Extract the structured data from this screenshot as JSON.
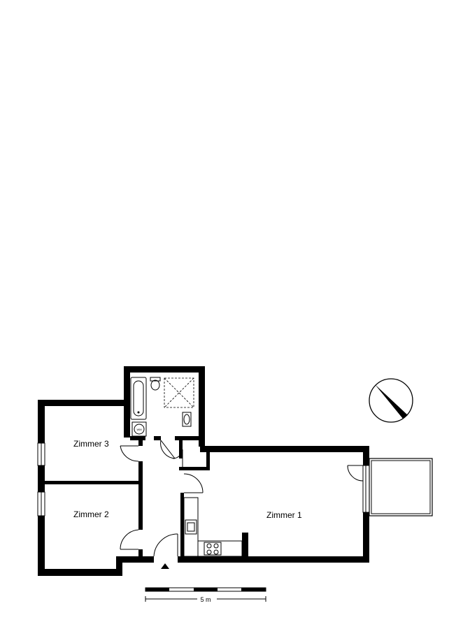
{
  "rooms": {
    "zimmer1": "Zimmer 1",
    "zimmer2": "Zimmer 2",
    "zimmer3": "Zimmer 3"
  },
  "scale": {
    "label": "5 m"
  },
  "appliances": {
    "washing_machine": "WM"
  },
  "icons": {
    "compass": "north-arrow-icon",
    "entrance": "entrance-triangle-icon"
  }
}
